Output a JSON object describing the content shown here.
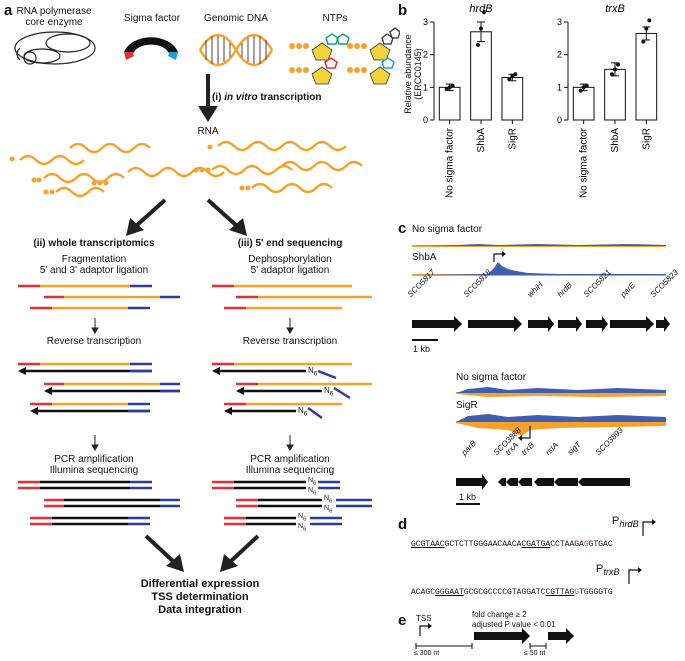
{
  "panel_a": {
    "letter": "a",
    "components": [
      {
        "label": "RNA polymerase\ncore enzyme",
        "icon": "rna-polymerase-icon"
      },
      {
        "label": "Sigma factor",
        "icon": "sigma-factor-icon"
      },
      {
        "label": "Genomic DNA",
        "icon": "dna-helix-icon"
      },
      {
        "label": "NTPs",
        "icon": "ntp-icon"
      }
    ],
    "step1_prefix": "(i) ",
    "step1_italic": "in vitro",
    "step1_suffix": " transcription",
    "rna_label": "RNA",
    "left_branch": {
      "title": "(ii) whole transcriptomics",
      "step1": "Fragmentation\n5' and 3' adaptor ligation",
      "step2": "Reverse transcription",
      "step3": "PCR amplification\nIllumina sequencing"
    },
    "right_branch": {
      "title": "(iii) 5' end sequencing",
      "step1": "Dephosphorylation\n5' adaptor ligation",
      "step2": "Reverse transcription",
      "step3": "PCR amplification\nIllumina sequencing",
      "random_primer": "N",
      "random_primer_sub": "6"
    },
    "outcomes": [
      "Differential expression",
      "TSS determination",
      "Data integration"
    ]
  },
  "panel_b": {
    "letter": "b",
    "ylabel": "Relative abundance\n(ERCC0145)",
    "charts": [
      {
        "title": "hrdB",
        "categories": [
          "No sigma factor",
          "ShbA",
          "SigR"
        ],
        "values": [
          1.0,
          2.7,
          1.3
        ],
        "errors": [
          0.1,
          0.3,
          0.1
        ],
        "points": [
          [
            0.95,
            1.0,
            1.05
          ],
          [
            2.3,
            2.8,
            3.3
          ],
          [
            1.25,
            1.35,
            1.4
          ]
        ],
        "ylim": [
          0,
          3
        ],
        "yticks": [
          "0",
          "1",
          "2",
          "3"
        ]
      },
      {
        "title": "trxB",
        "categories": [
          "No sigma factor",
          "ShbA",
          "SigR"
        ],
        "values": [
          1.0,
          1.55,
          2.65
        ],
        "errors": [
          0.1,
          0.2,
          0.2
        ],
        "points": [
          [
            0.9,
            1.0,
            1.05
          ],
          [
            1.4,
            1.55,
            1.7
          ],
          [
            2.4,
            2.8,
            3.05
          ]
        ],
        "ylim": [
          0,
          3
        ],
        "yticks": [
          "0",
          "1",
          "2",
          "3"
        ]
      }
    ]
  },
  "panel_c": {
    "letter": "c",
    "top": {
      "tracks": [
        "No sigma factor",
        "ShbA"
      ],
      "genes": [
        "SCO5817",
        "SCO5818",
        "whiH",
        "hrdB",
        "SCO5821",
        "parE",
        "SCO5823"
      ],
      "scale": "1 kb"
    },
    "bottom": {
      "tracks": [
        "No sigma factor",
        "SigR"
      ],
      "genes": [
        "parB",
        "SCO3888",
        "trxA",
        "trxB",
        "rsIA",
        "sigT",
        "SCO3893"
      ],
      "scale": "1 kb"
    }
  },
  "panel_d": {
    "letter": "d",
    "promoter1": "P",
    "promoter1_sub": "hrdB",
    "seq1": {
      "pre": "",
      "u1": "GCGTAAC",
      "mid1": "GCTCTTGGGAACAACA",
      "u2": "CGATGA",
      "mid2": "CCTAAGA",
      "red": "G",
      "post": "GTGAC"
    },
    "promoter2": "P",
    "promoter2_sub": "trxB",
    "seq2": {
      "pre": "ACAGC",
      "u1": "GGGAAT",
      "mid1": "GCGCGCCCCGTAGGATC",
      "u2": "CGTTAG",
      "mid2": "",
      "red": "G",
      "post": "TGGGGTG"
    }
  },
  "panel_e": {
    "letter": "e",
    "tss": "TSS",
    "fold": "fold change ≥ 2",
    "pval": "adjusted P value < 0.01",
    "dist1": "≤ 300 nt",
    "dist2": "≤ 50 nt"
  },
  "colors": {
    "orange": "#F7A12D",
    "red": "#E0303A",
    "blue": "#2F3B9C",
    "track_blue": "#3F5FAE",
    "black": "#000000"
  }
}
